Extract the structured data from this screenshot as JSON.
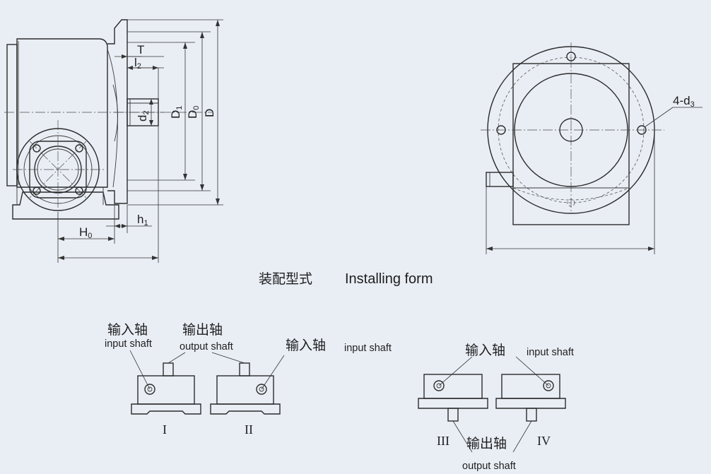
{
  "dimensions": {
    "T": "T",
    "l2": "l",
    "l2_sub": "2",
    "d2": "d",
    "d2_sub": "2",
    "D1": "D",
    "D1_sub": "1",
    "D0": "D",
    "D0_sub": "0",
    "D": "D",
    "h1": "h",
    "h1_sub": "1",
    "H0": "H",
    "H0_sub": "0",
    "bolt_holes": "4-d",
    "bolt_holes_sub": "3"
  },
  "caption": {
    "zh": "装配型式",
    "en": "Installing form"
  },
  "labels": {
    "input_zh": "输入轴",
    "input_en": "input shaft",
    "output_zh": "输出轴",
    "output_en": "output shaft"
  },
  "forms": [
    "I",
    "II",
    "III",
    "IV"
  ]
}
